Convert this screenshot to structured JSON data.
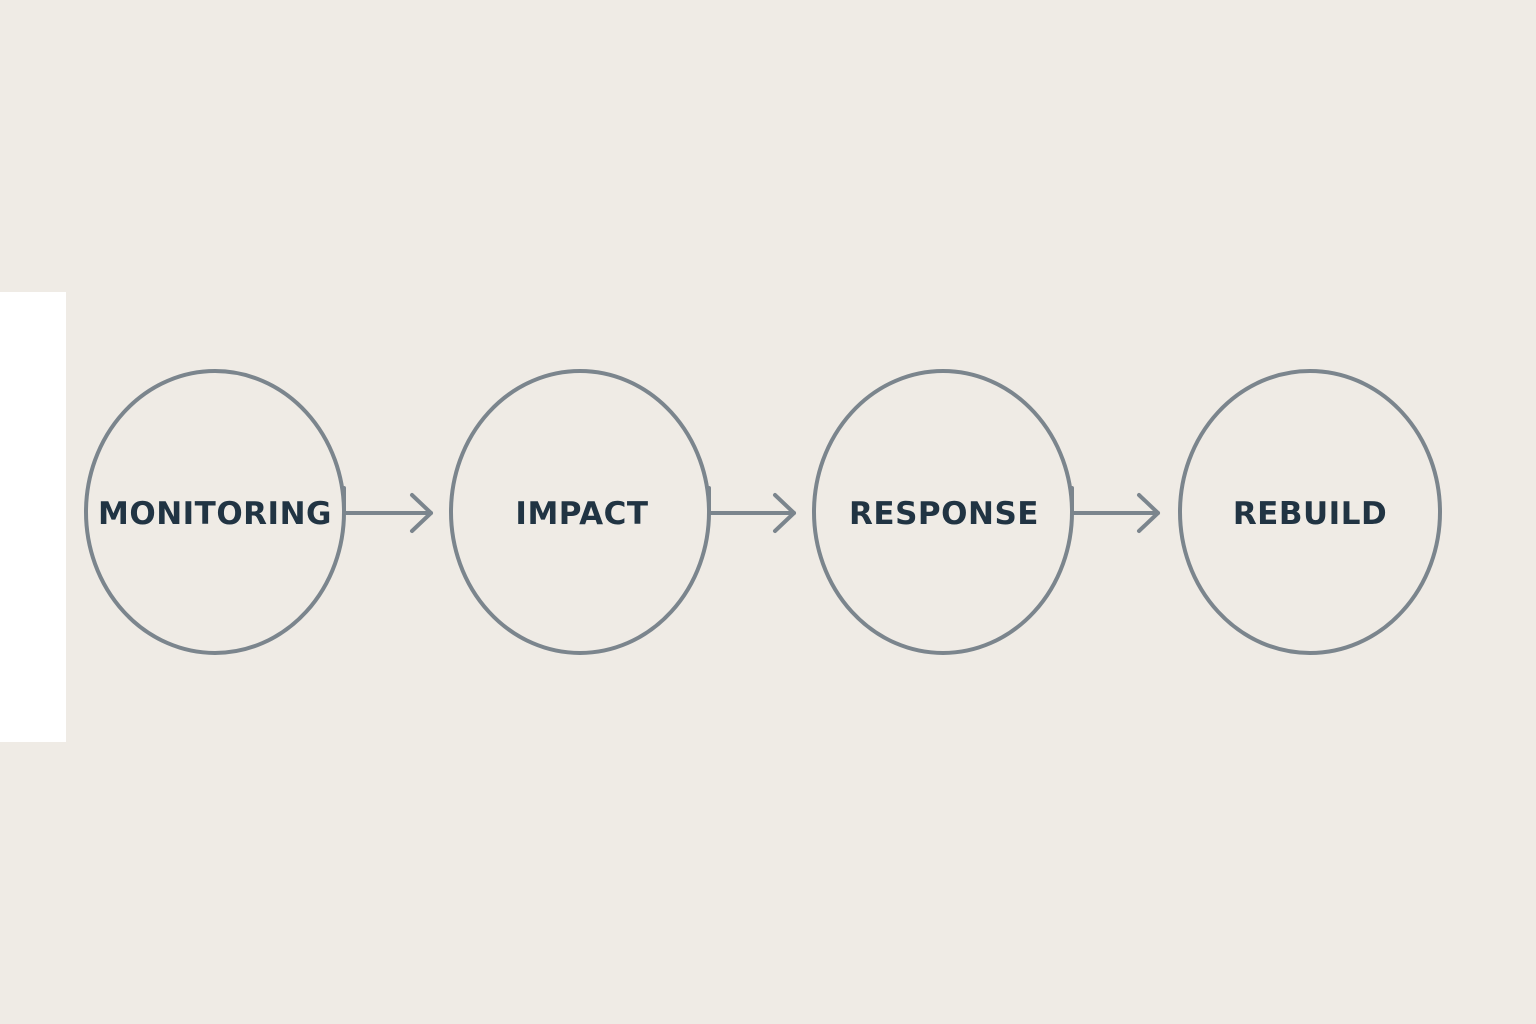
{
  "colors": {
    "background": "#efebe5",
    "panel": "#ffffff",
    "stroke": "#7b858d",
    "text": "#213443"
  },
  "steps": [
    {
      "label": "MONITORING"
    },
    {
      "label": "IMPACT"
    },
    {
      "label": "RESPONSE"
    },
    {
      "label": "REBUILD"
    }
  ]
}
